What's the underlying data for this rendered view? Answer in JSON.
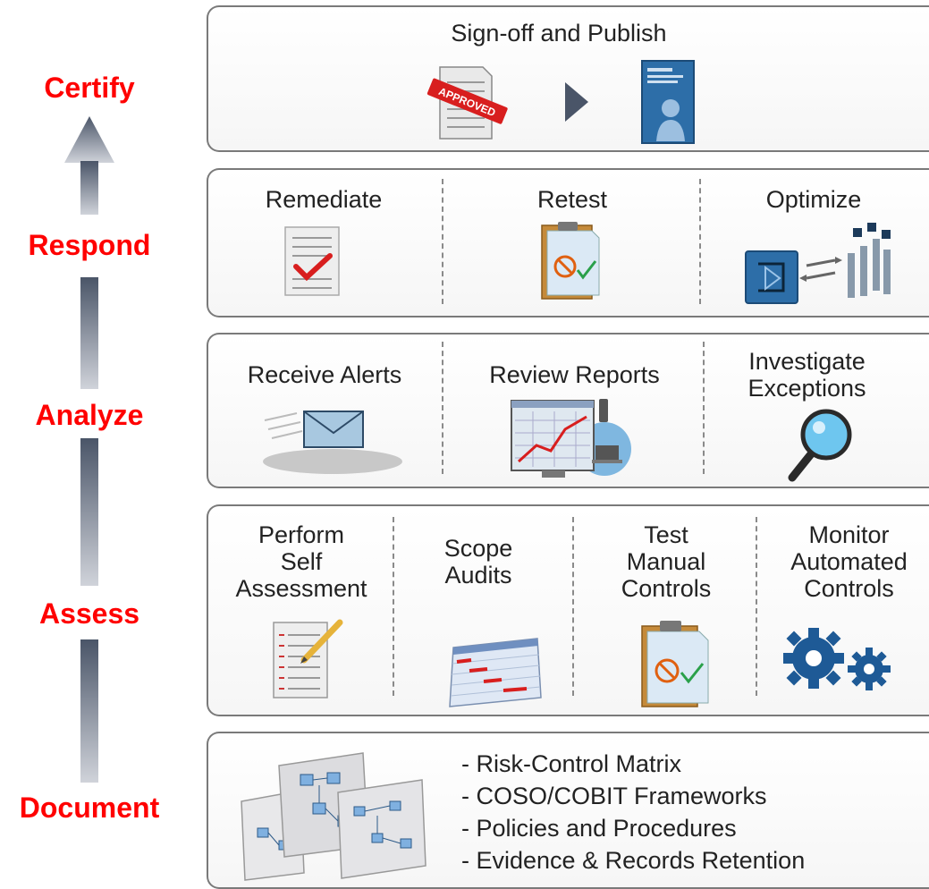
{
  "stages": {
    "certify": "Certify",
    "respond": "Respond",
    "analyze": "Analyze",
    "assess": "Assess",
    "document": "Document"
  },
  "certify_panel": {
    "title": "Sign-off and Publish",
    "stamp_text": "APPROVED"
  },
  "respond_panel": {
    "items": [
      "Remediate",
      "Retest",
      "Optimize"
    ]
  },
  "analyze_panel": {
    "items": [
      "Receive Alerts",
      "Review Reports",
      "Investigate Exceptions"
    ]
  },
  "assess_panel": {
    "items": [
      "Perform Self Assessment",
      "Scope Audits",
      "Test Manual Controls",
      "Monitor Automated Controls"
    ]
  },
  "document_panel": {
    "items": [
      "Risk-Control Matrix",
      "COSO/COBIT Frameworks",
      "Policies and Procedures",
      "Evidence & Records Retention"
    ]
  },
  "colors": {
    "stage_label": "#ff0000",
    "arrow_top": "#4a5568",
    "arrow_bottom": "#d0d3da"
  }
}
